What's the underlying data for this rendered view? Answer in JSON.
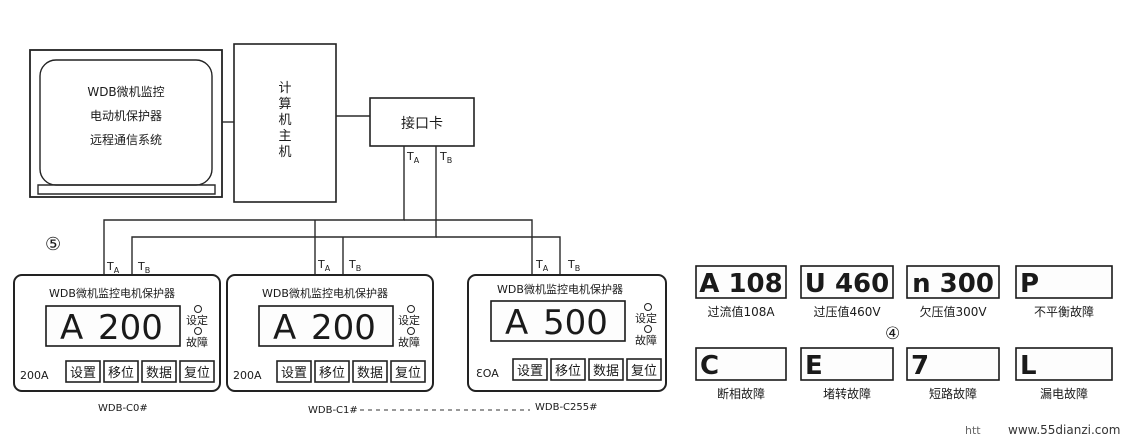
{
  "monitor": {
    "line1": "WDB微机监控",
    "line2": "电动机保护器",
    "line3": "远程通信系统"
  },
  "host": {
    "label_chars": [
      "计",
      "算",
      "机",
      "主",
      "机"
    ]
  },
  "interface_card": {
    "label": "接口卡",
    "ta": "T",
    "ta_sub": "A",
    "tb": "T",
    "tb_sub": "B"
  },
  "callout_5": "⑤",
  "callout_4": "④",
  "units": [
    {
      "title": "WDB微机监控电机保护器",
      "display_a": "A",
      "display_val": "200",
      "led1": "设定",
      "led2": "故障",
      "rating": "200A",
      "buttons": [
        "设置",
        "移位",
        "数据",
        "复位"
      ],
      "tag": "WDB-C0#"
    },
    {
      "title": "WDB微机监控电机保护器",
      "display_a": "A",
      "display_val": "200",
      "led1": "设定",
      "led2": "故障",
      "rating": "200A",
      "buttons": [
        "设置",
        "移位",
        "数据",
        "复位"
      ],
      "tag": "WDB-C1#"
    },
    {
      "title": "WDB微机监控电机保护器",
      "display_a": "A",
      "display_val": "500",
      "led1": "设定",
      "led2": "故障",
      "rating": "ƐOA",
      "buttons": [
        "设置",
        "移位",
        "数据",
        "复位"
      ],
      "tag": "WDB-C255#"
    }
  ],
  "bus_labels": {
    "t": "T",
    "a": "A",
    "b": "B"
  },
  "fault_displays": [
    {
      "glyph": "A 108",
      "caption": "过流值108A"
    },
    {
      "glyph": "U 460",
      "caption": "过压值460V"
    },
    {
      "glyph": "n 300",
      "caption": "欠压值300V"
    },
    {
      "glyph": "P",
      "caption": "不平衡故障"
    },
    {
      "glyph": "C",
      "caption": "断相故障"
    },
    {
      "glyph": "E",
      "caption": "堵转故障"
    },
    {
      "glyph": "7",
      "caption": "短路故障"
    },
    {
      "glyph": "L",
      "caption": "漏电故障"
    }
  ],
  "watermark": "www.55dianzi.com",
  "watermark_prefix": "htt"
}
